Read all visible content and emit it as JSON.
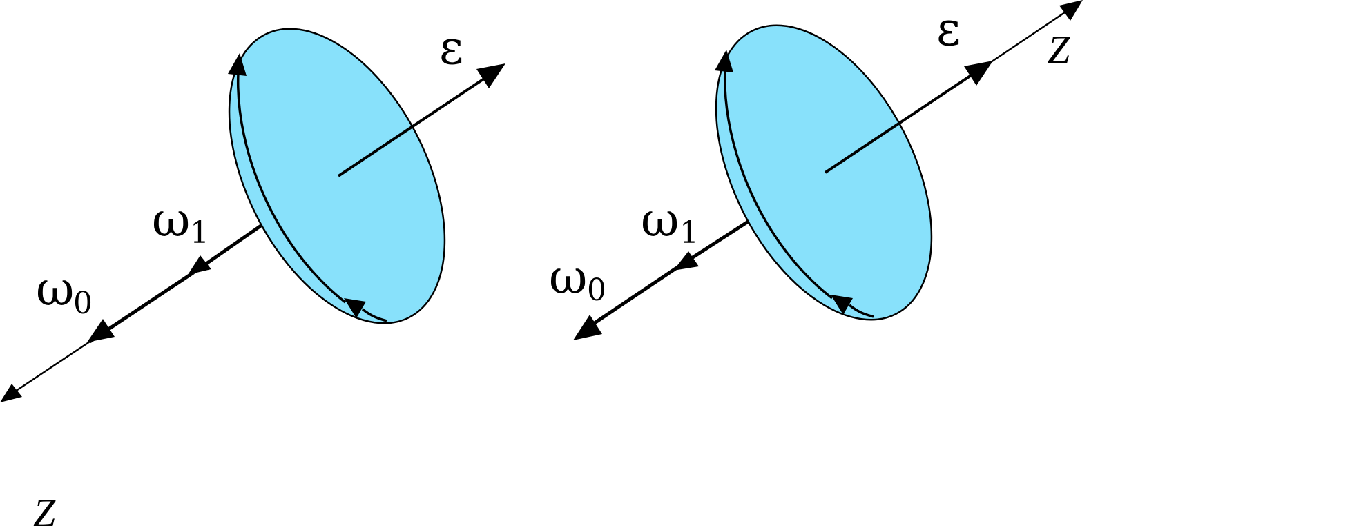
{
  "colors": {
    "disk_fill": "#88E1FB",
    "stroke": "#000000",
    "background": "#FFFFFF"
  },
  "left_diagram": {
    "epsilon_label": "ε",
    "omega1_label": "ω",
    "omega1_sub": "1",
    "omega0_label": "ω",
    "omega0_sub": "0",
    "z_label": "Z"
  },
  "right_diagram": {
    "epsilon_label": "ε",
    "omega1_label": "ω",
    "omega1_sub": "1",
    "omega0_label": "ω",
    "omega0_sub": "0",
    "z_label": "Z"
  }
}
